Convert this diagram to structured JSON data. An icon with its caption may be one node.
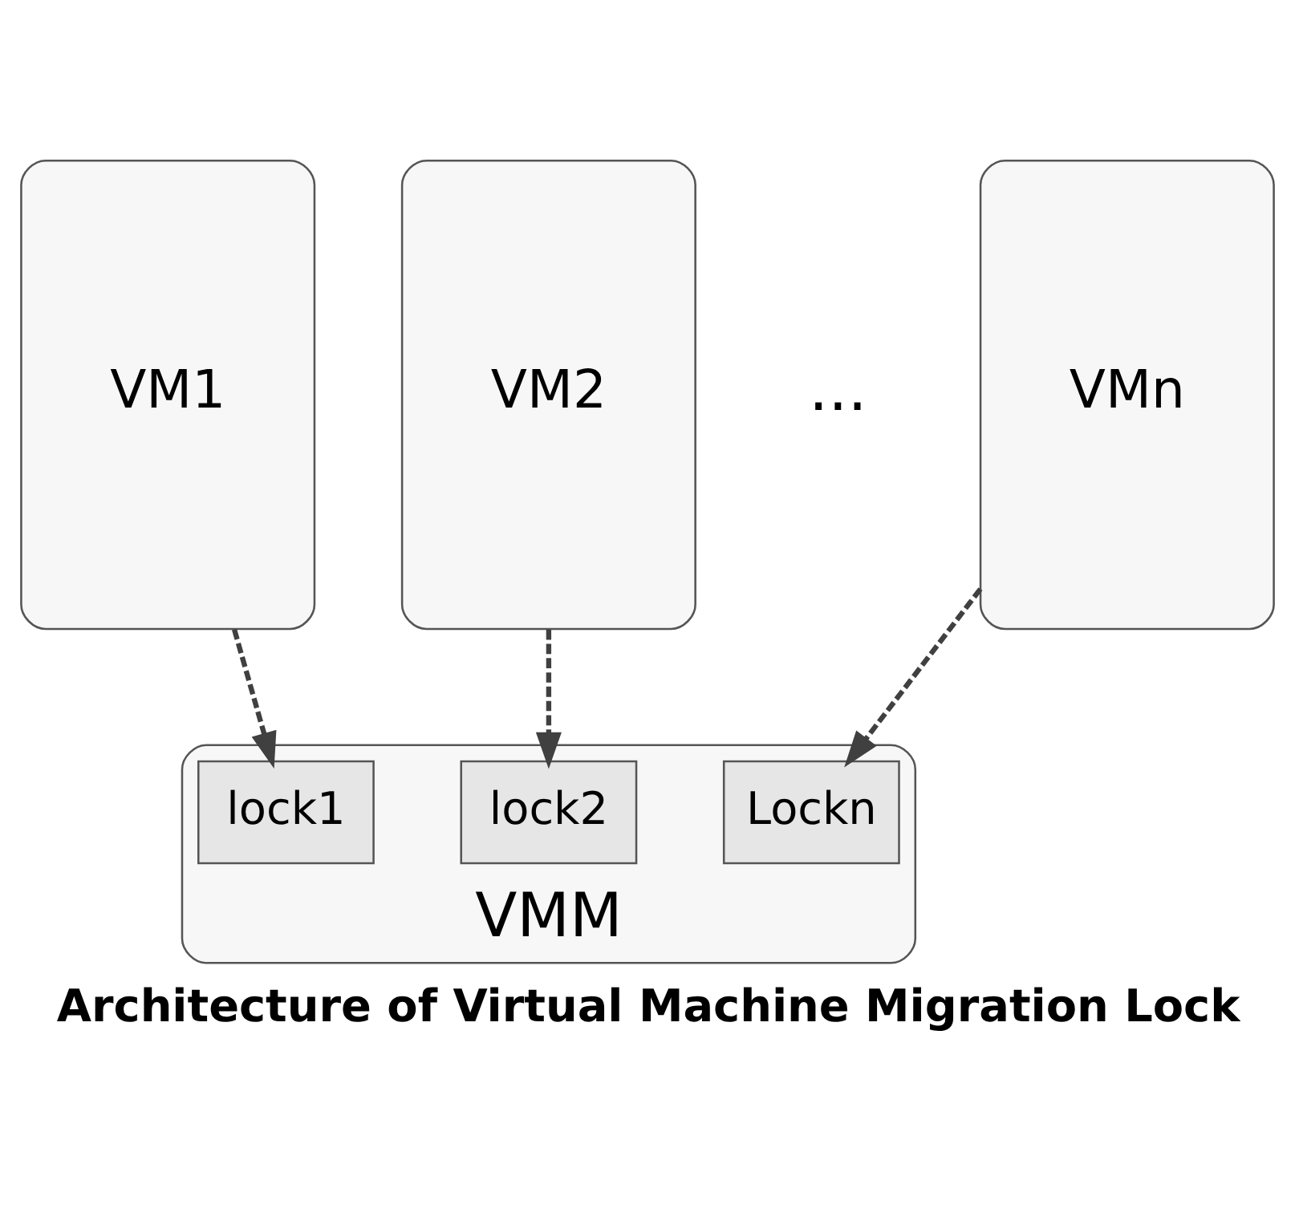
{
  "diagram": {
    "caption": "Architecture of Virtual Machine Migration Lock",
    "nodes": [
      {
        "text": [
          "VM1"
        ]
      },
      {
        "text": [
          "VM2"
        ]
      },
      {
        "text": [
          "VMn"
        ]
      },
      {
        "text": [
          "VMM"
        ]
      },
      {
        "text": [
          "lock1"
        ],
        "in": 3
      },
      {
        "text": [
          "lock2"
        ],
        "in": 3
      },
      {
        "text": [
          "Lockn"
        ],
        "in": 3
      }
    ],
    "edges": [
      {
        "from": 0,
        "to": 4,
        "arrow": "to",
        "style": "dashed"
      },
      {
        "from": 1,
        "to": 5,
        "arrow": "to",
        "style": "dashed"
      },
      {
        "from": 2,
        "to": 6,
        "arrow": "to",
        "style": "dashed"
      }
    ],
    "labels": [
      "..."
    ]
  }
}
